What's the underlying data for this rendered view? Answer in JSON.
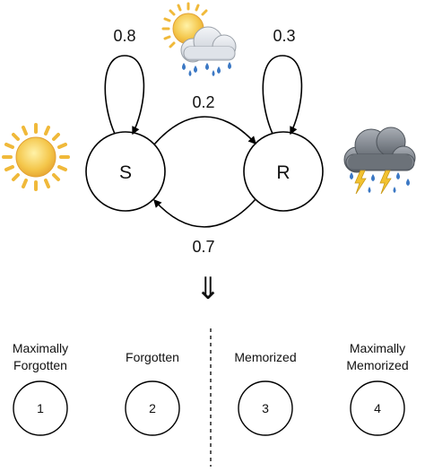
{
  "markov_chain": {
    "states": [
      {
        "id": "S",
        "label": "S",
        "weather_icon": "sun-icon"
      },
      {
        "id": "R",
        "label": "R",
        "weather_icon": "storm-cloud-icon"
      }
    ],
    "transitions": [
      {
        "from": "S",
        "to": "S",
        "label": "0.8"
      },
      {
        "from": "S",
        "to": "R",
        "label": "0.2"
      },
      {
        "from": "R",
        "to": "S",
        "label": "0.7"
      },
      {
        "from": "R",
        "to": "R",
        "label": "0.3"
      }
    ],
    "top_icon": "sun-behind-rain-cloud-icon",
    "implies_symbol": "⇓"
  },
  "memory_states": {
    "groups": [
      {
        "items": [
          {
            "label_lines": [
              "Maximally",
              "Forgotten"
            ],
            "number": "1"
          },
          {
            "label_lines": [
              "Forgotten"
            ],
            "number": "2"
          }
        ]
      },
      {
        "items": [
          {
            "label_lines": [
              "Memorized"
            ],
            "number": "3"
          },
          {
            "label_lines": [
              "Maximally",
              "Memorized"
            ],
            "number": "4"
          }
        ]
      }
    ]
  },
  "colors": {
    "stroke": "#000000",
    "sun_fill": "#f4c64a",
    "sun_ray": "#f0b93a",
    "cloud_light": "#e4e8ee",
    "cloud_dark": "#8d939b",
    "rain": "#3b78c4",
    "lightning": "#f2c230"
  }
}
